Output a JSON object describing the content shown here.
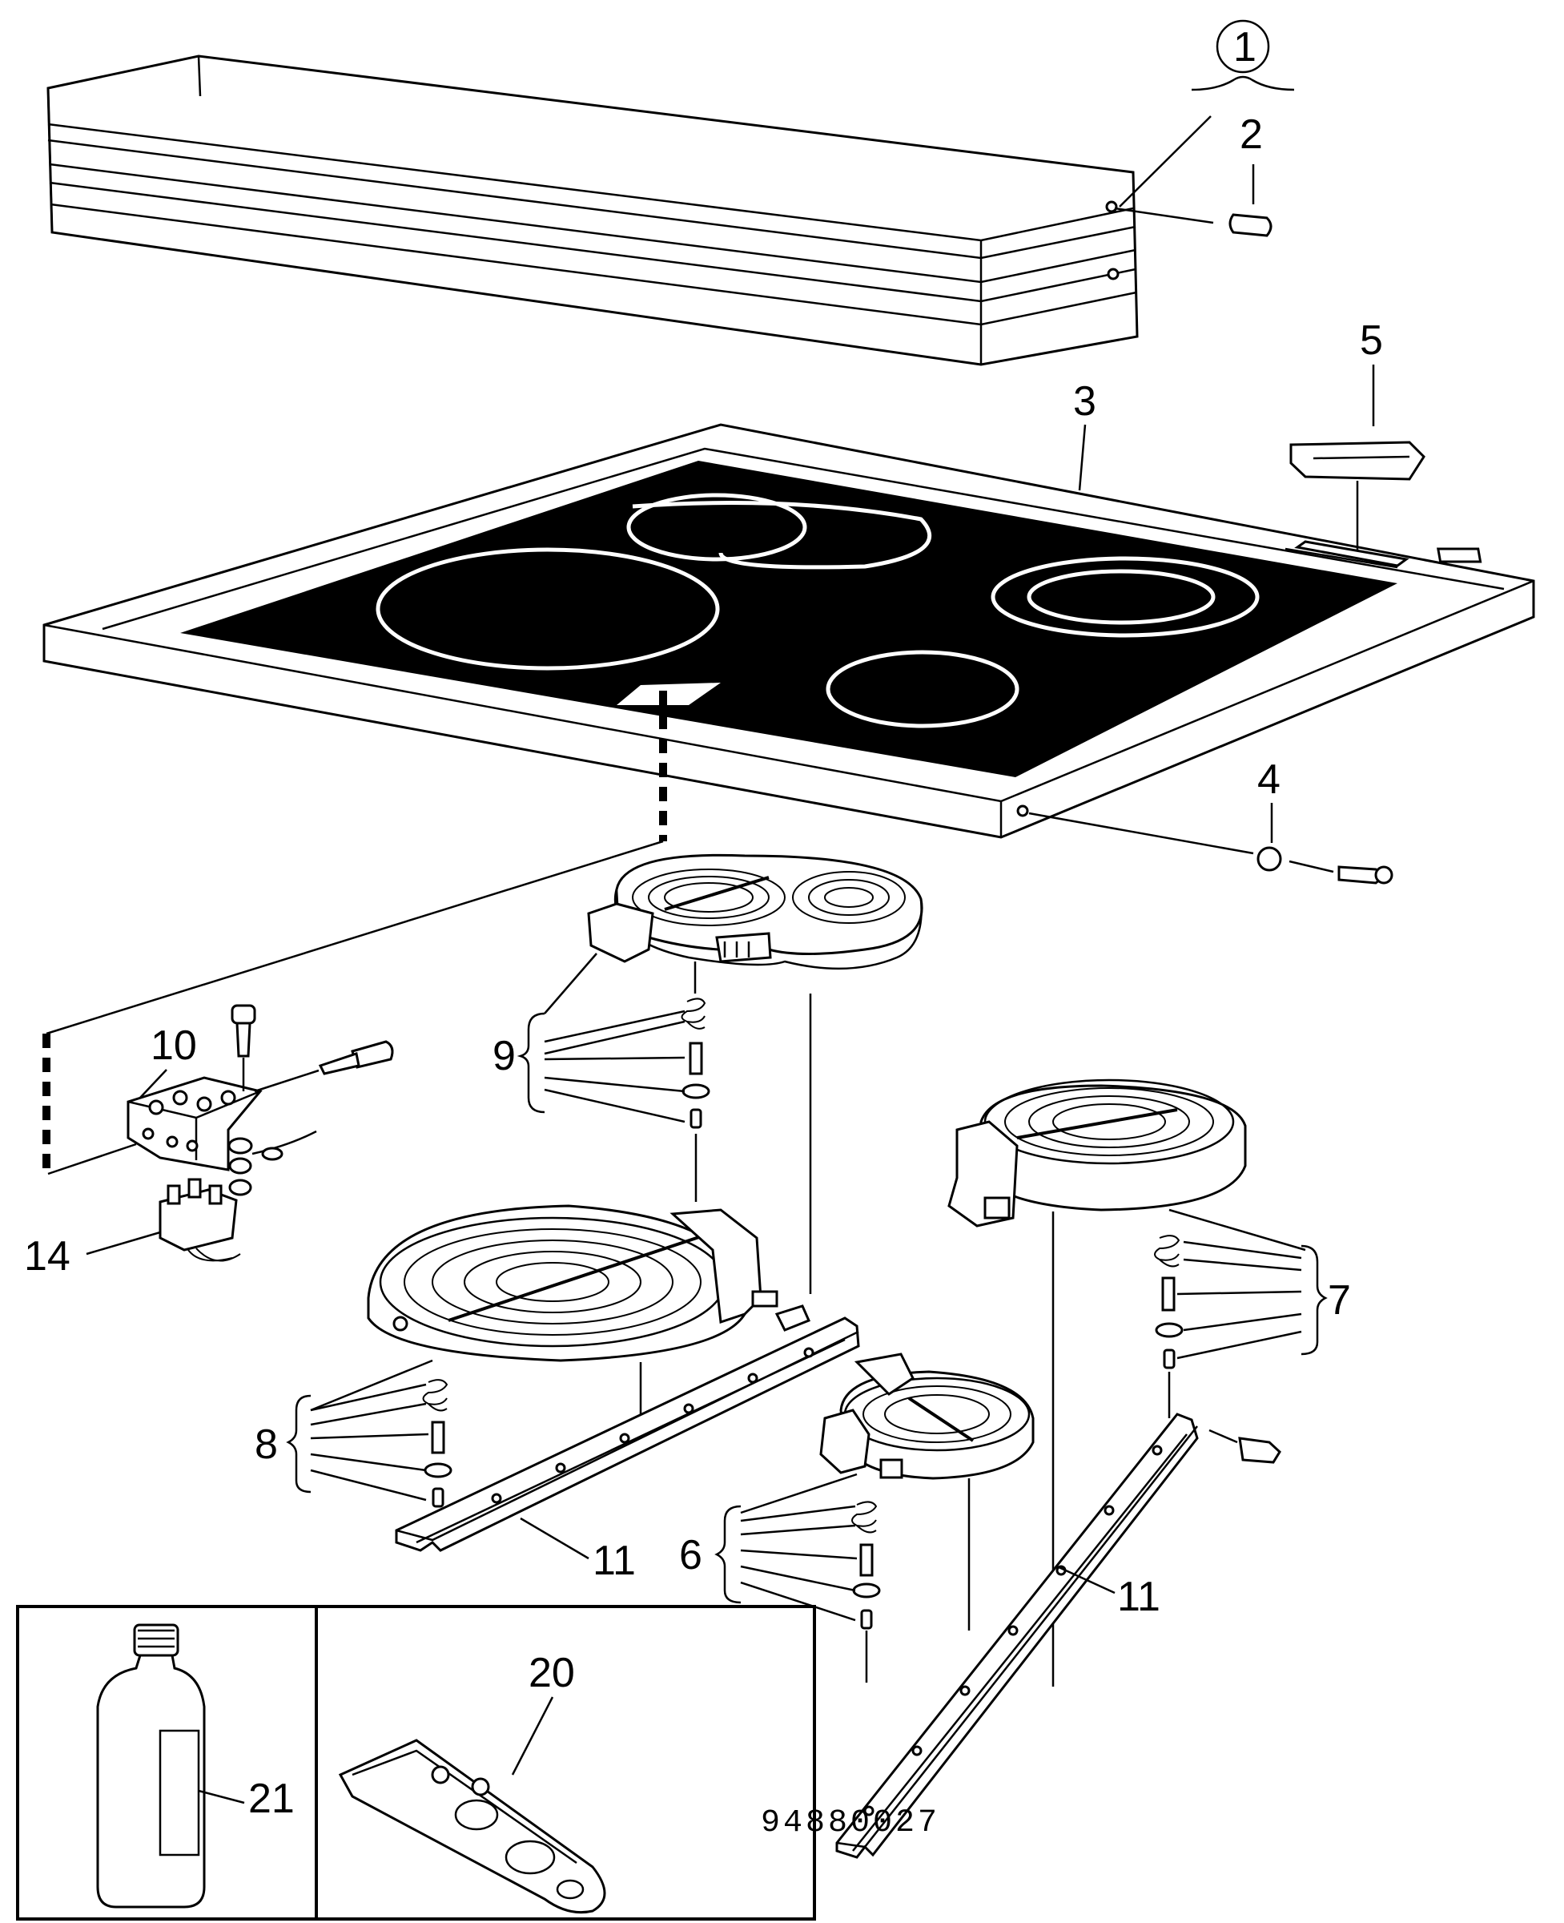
{
  "labels": {
    "l1": "1",
    "l2": "2",
    "l3": "3",
    "l4": "4",
    "l5": "5",
    "l6": "6",
    "l7": "7",
    "l8": "8",
    "l9": "9",
    "l10": "10",
    "l11a": "11",
    "l11b": "11",
    "l14": "14",
    "l20": "20",
    "l21": "21"
  },
  "drawing_number": "94880027"
}
